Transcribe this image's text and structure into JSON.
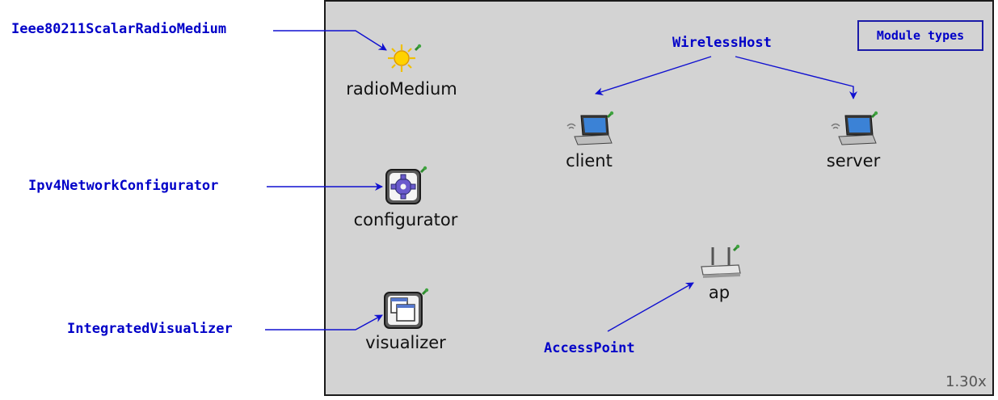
{
  "external_labels": {
    "radio_medium_type": "Ieee80211ScalarRadioMedium",
    "configurator_type": "Ipv4NetworkConfigurator",
    "visualizer_type": "IntegratedVisualizer"
  },
  "canvas_labels": {
    "wireless_host_type": "WirelessHost",
    "access_point_type": "AccessPoint"
  },
  "modules": {
    "radio_medium": "radioMedium",
    "configurator": "configurator",
    "visualizer": "visualizer",
    "client": "client",
    "server": "server",
    "ap": "ap"
  },
  "legend": "Module types",
  "zoom": "1.30x",
  "colors": {
    "accent": "#0000c8",
    "canvas": "#d3d3d3",
    "pin": "#2e8b2e"
  },
  "icons": [
    "sun-icon",
    "gear-icon",
    "window-icon",
    "laptop-icon",
    "router-icon",
    "pin-icon"
  ]
}
